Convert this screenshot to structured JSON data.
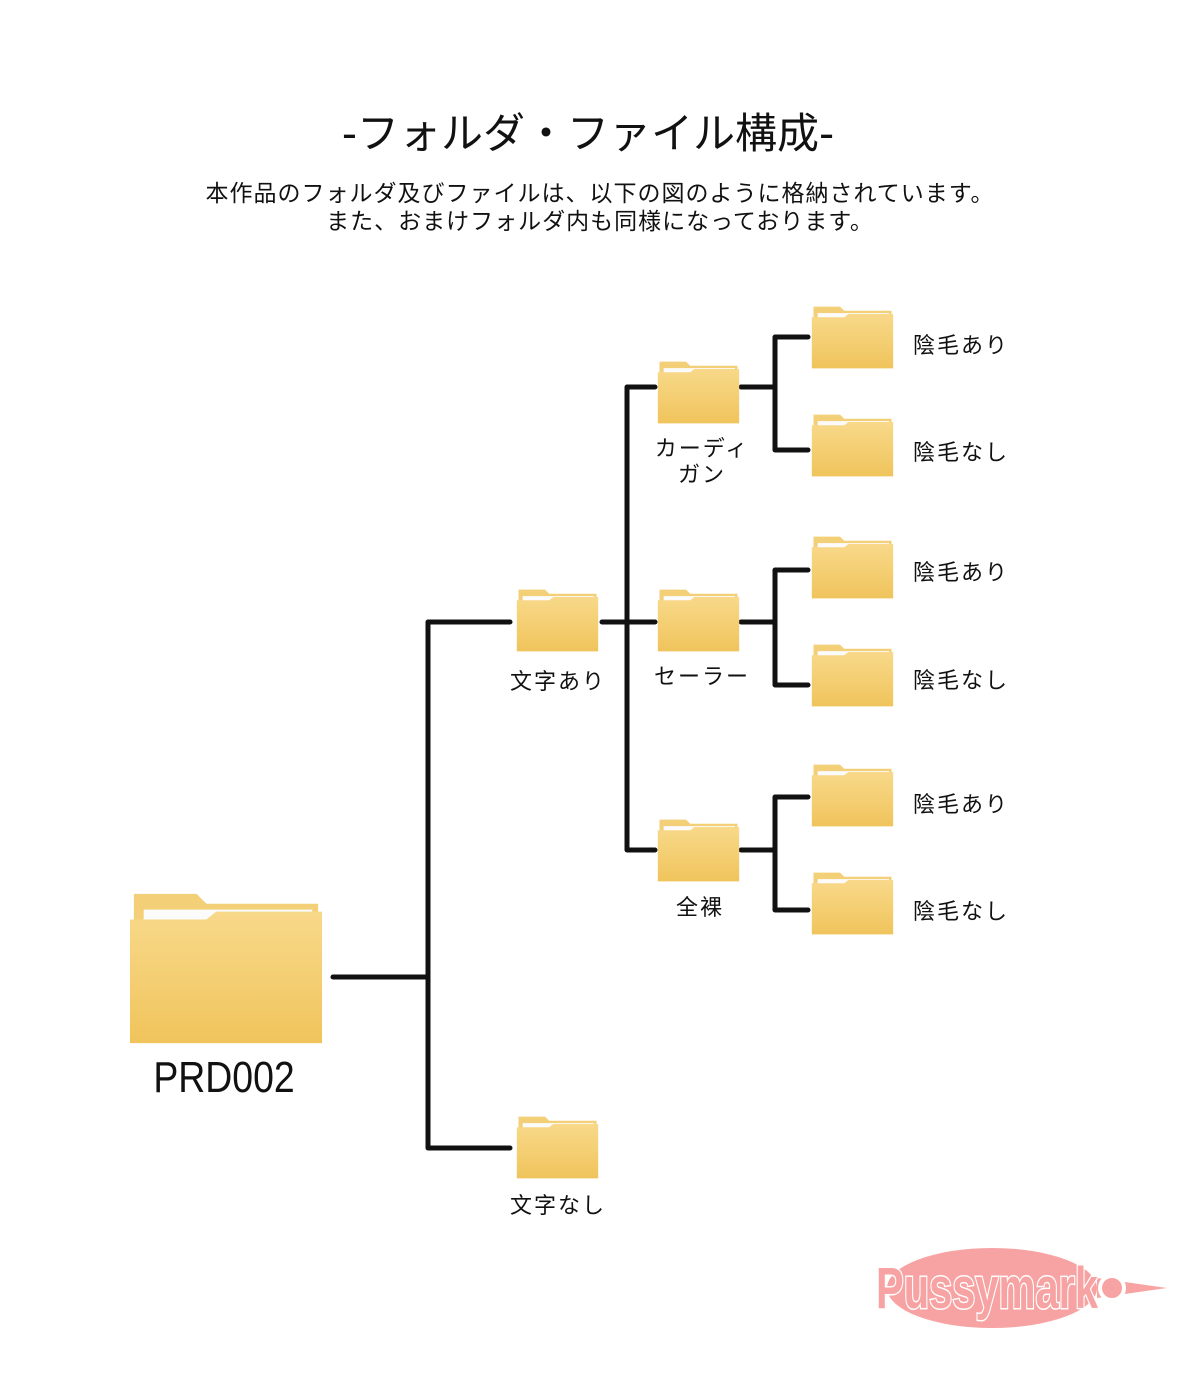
{
  "title": "-フォルダ・ファイル構成-",
  "subtitle": [
    "本作品のフォルダ及びファイルは、以下の図のように格納されています。",
    "また、おまけフォルダ内も同様になっております。"
  ],
  "tree": {
    "root": "PRD002",
    "level1": [
      "文字あり",
      "文字なし"
    ],
    "level2": [
      "カーディ",
      "ガン",
      "セーラー",
      "全裸"
    ],
    "leaves": [
      "陰毛あり",
      "陰毛なし",
      "陰毛あり",
      "陰毛なし",
      "陰毛あり",
      "陰毛なし"
    ]
  },
  "logo": {
    "text": "Pussymark",
    "color": "#f7a3a3"
  },
  "colors": {
    "folder": "#f4cf72",
    "line": "#111111"
  }
}
